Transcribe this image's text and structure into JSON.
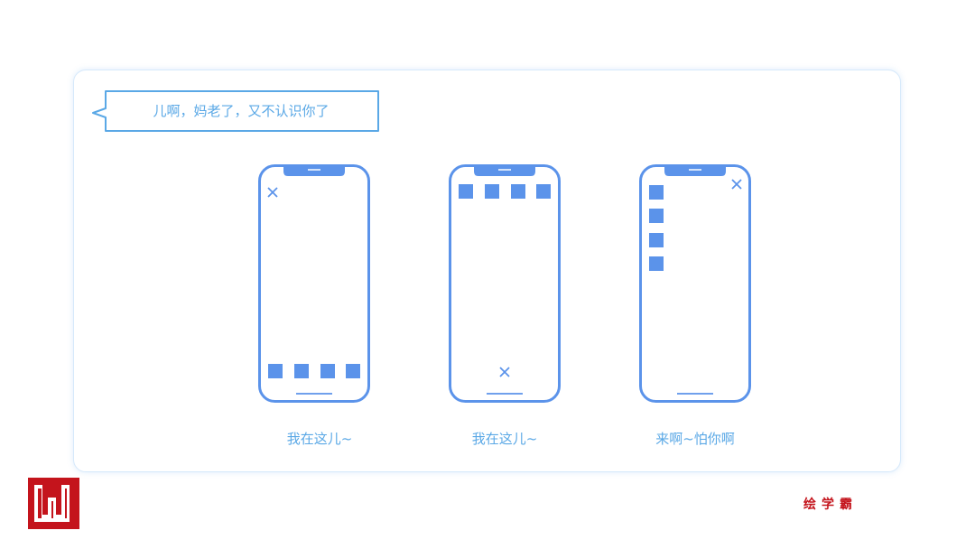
{
  "bubble": {
    "text": "儿啊，妈老了，又不认识你了"
  },
  "phones": [
    {
      "caption": "我在这儿~",
      "close_position": "top-left",
      "squares_position": "bottom-row",
      "square_count": 4
    },
    {
      "caption": "我在这儿~",
      "close_position": "bottom-center",
      "squares_position": "top-row",
      "square_count": 4
    },
    {
      "caption": "来啊~怕你啊",
      "close_position": "top-right",
      "squares_position": "left-column",
      "square_count": 4
    }
  ],
  "brand": {
    "text": "绘学霸",
    "logo_icon": "w-logo-icon"
  },
  "colors": {
    "accent": "#5b93ea",
    "text": "#5aa8e6",
    "brand": "#c4141c"
  }
}
